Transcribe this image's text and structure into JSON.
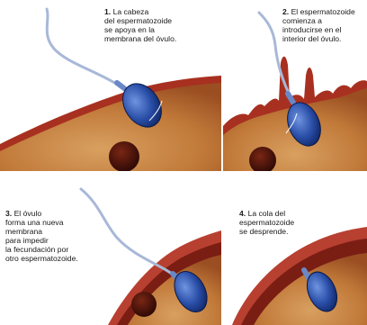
{
  "diagram": {
    "panels": [
      {
        "number": "1.",
        "lines": [
          "La cabeza",
          "del espermatozoide",
          "se apoya en la",
          "membrana del óvulo."
        ]
      },
      {
        "number": "2.",
        "lines": [
          "El espermatozoide",
          "comienza a",
          "introducirse en el",
          "interior del óvulo."
        ]
      },
      {
        "number": "3.",
        "lines": [
          "El óvulo",
          "forma una nueva",
          "membrana",
          "para impedir",
          "la fecundación por",
          "otro espermatozoide."
        ]
      },
      {
        "number": "4.",
        "lines": [
          "La cola del",
          "espermatozoide",
          "se desprende."
        ]
      }
    ]
  },
  "colors": {
    "ovum_cytoplasm": "#c07838",
    "ovum_membrane": "#a83020",
    "nucleus": "#4a1208",
    "sperm_head": "#2a4fa8",
    "sperm_tail": "#a8b8d8",
    "background": "#ffffff"
  }
}
